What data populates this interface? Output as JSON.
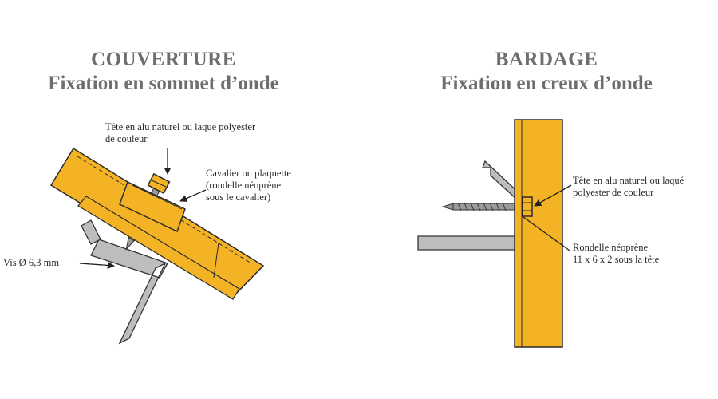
{
  "left_panel": {
    "title_line1": "COUVERTURE",
    "title_line2": "Fixation en sommet d’onde",
    "label_head_line1": "Tête en alu naturel ou laqué polyester",
    "label_head_line2": "de couleur",
    "label_saddle_line1": "Cavalier ou plaquette",
    "label_saddle_line2": "(rondelle néoprène",
    "label_saddle_line3": "sous le cavalier)",
    "label_screw": "Vis Ø 6,3 mm"
  },
  "right_panel": {
    "title_line1": "BARDAGE",
    "title_line2": "Fixation en creux d’onde",
    "label_head_line1": "Tête en alu naturel ou laqué",
    "label_head_line2": "polyester de couleur",
    "label_washer_line1": "Rondelle néoprène",
    "label_washer_line2": "11 x 6 x 2 sous la tête"
  },
  "colors": {
    "sheet_fill": "#f3b324",
    "sheet_stroke": "#2b2b2b",
    "purlin_fill": "#bdbdbd",
    "screw_fill": "#9a9a9a",
    "title_color": "#6e6e6e"
  }
}
